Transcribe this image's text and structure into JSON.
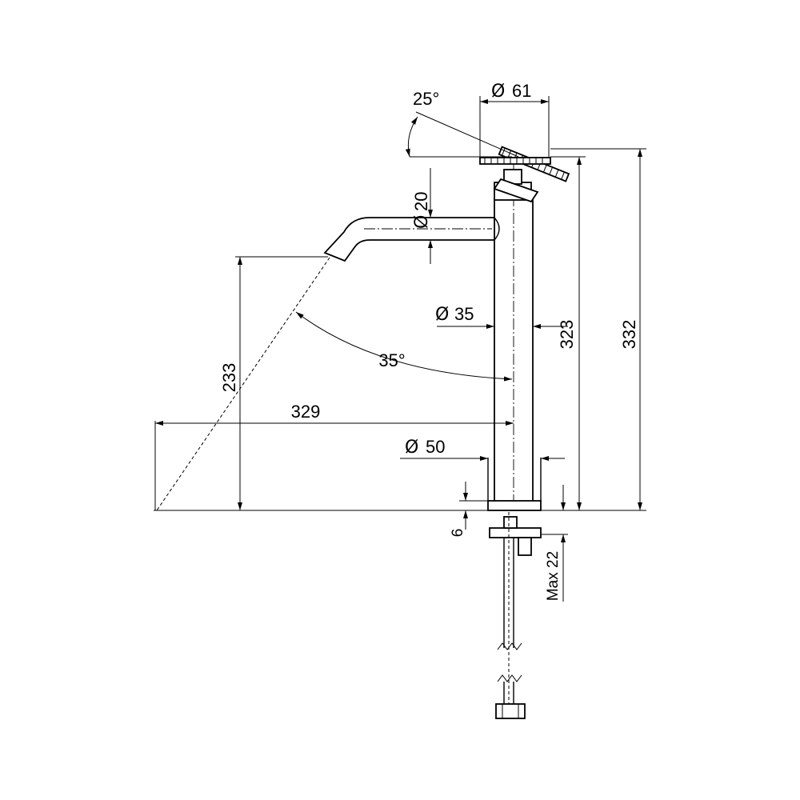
{
  "dimensions": {
    "handle_diameter": "61",
    "handle_angle": "25°",
    "spout_diameter": "20",
    "body_diameter": "35",
    "base_diameter": "50",
    "spout_height": "233",
    "spout_reach": "329",
    "spout_angle": "35°",
    "body_height": "323",
    "total_height": "332",
    "base_thickness": "6",
    "max_deck": "Max 22"
  },
  "symbols": {
    "diameter": "Ø"
  }
}
